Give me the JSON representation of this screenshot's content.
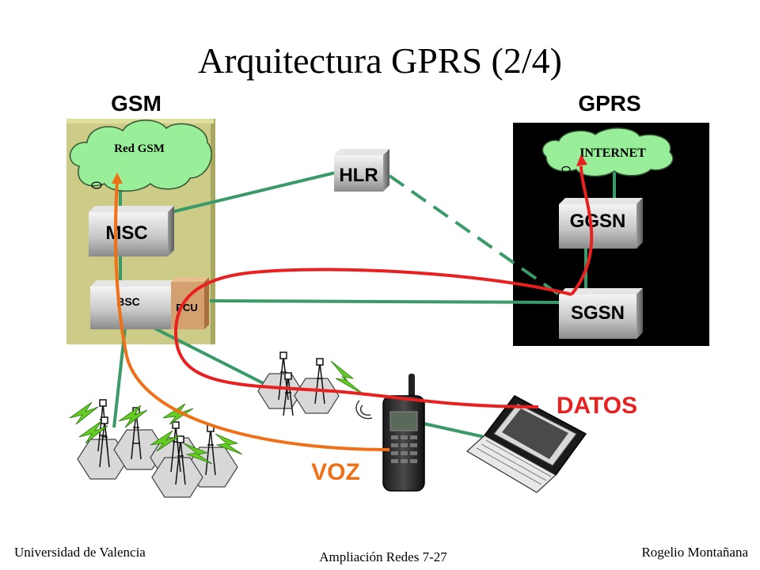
{
  "title": "Arquitectura GPRS (2/4)",
  "sections": {
    "gsm_label": "GSM",
    "gprs_label": "GPRS"
  },
  "nodes": {
    "red_gsm": "Red GSM",
    "internet": "INTERNET",
    "hlr": "HLR",
    "msc": "MSC",
    "bsc": "BSC",
    "pcu": "PCU",
    "ggsn": "GGSN",
    "sgsn": "SGSN"
  },
  "flows": {
    "datos": "DATOS",
    "voz": "VOZ"
  },
  "footer": {
    "left": "Universidad de Valencia",
    "center": "Ampliación Redes 7-27",
    "right": "Rogelio Montañana"
  },
  "colors": {
    "gsm_panel": "#cccc88",
    "gprs_panel": "#000000",
    "link": "#3a9a68",
    "data_path": "#e82020",
    "voice_path": "#f07018",
    "cloud": "#99ee99",
    "pcu": "#d4a070"
  }
}
